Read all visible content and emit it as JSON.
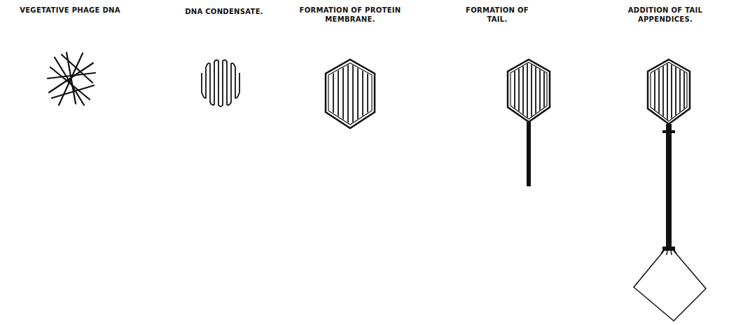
{
  "diagram": {
    "labels": [
      "VEGETATIVE PHAGE DNA",
      "DNA CONDENSATE.",
      "FORMATION OF PROTEIN MEMBRANE.",
      "FORMATION OF TAIL.",
      "ADDITION OF TAIL APPENDICES."
    ]
  }
}
